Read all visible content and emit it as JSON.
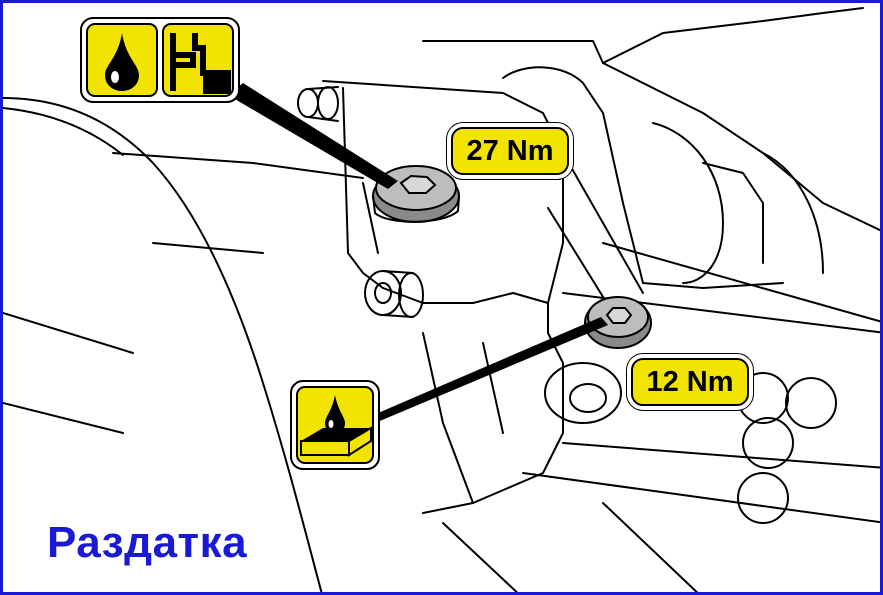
{
  "labels": {
    "torque_upper": "27 Nm",
    "torque_lower": "12 Nm",
    "caption": "Раздатка"
  },
  "icons": {
    "upper": "oil-drop-sealant-icon",
    "lower": "oil-drop-surface-icon"
  },
  "colors": {
    "label_fill": "#f3e400",
    "caption": "#1a1ad6",
    "frame": "#1a1ad6"
  }
}
